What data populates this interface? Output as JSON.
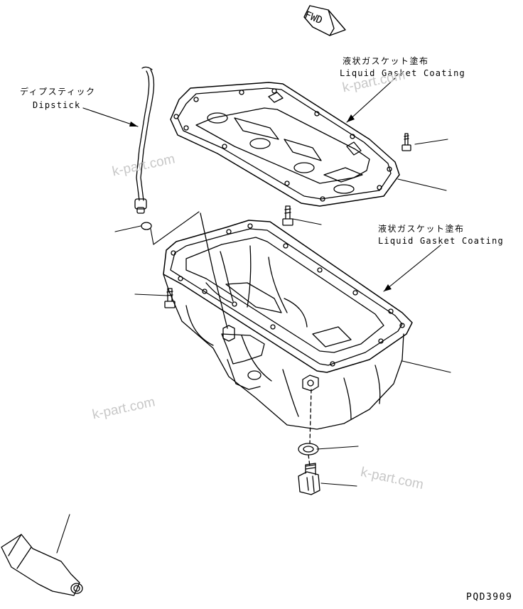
{
  "direction_label": "FWD",
  "callouts": {
    "dipstick_jp": "ディプスティック",
    "dipstick_en": "Dipstick",
    "gasket_upper_jp": "液状ガスケット塗布",
    "gasket_upper_en": "Liquid Gasket Coating",
    "gasket_lower_jp": "液状ガスケット塗布",
    "gasket_lower_en": "Liquid Gasket Coating"
  },
  "watermark": "k-part.com",
  "drawing_code": "PQD3909",
  "colors": {
    "line": "#000000",
    "watermark": "#c8c8c8",
    "background": "#ffffff"
  }
}
